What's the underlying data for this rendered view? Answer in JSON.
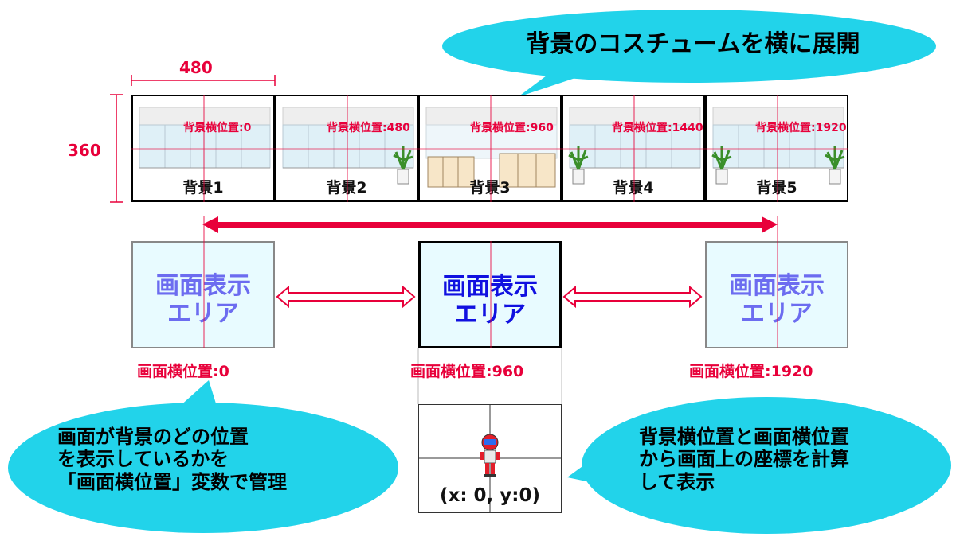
{
  "title_bubble": {
    "text": "背景のコスチュームを横に展開"
  },
  "dimensions": {
    "width_label": "480",
    "height_label": "360"
  },
  "backgrounds": [
    {
      "label": "背景1",
      "position_label": "背景横位置:0"
    },
    {
      "label": "背景2",
      "position_label": "背景横位置:480"
    },
    {
      "label": "背景3",
      "position_label": "背景横位置:960"
    },
    {
      "label": "背景4",
      "position_label": "背景横位置:1440"
    },
    {
      "label": "背景5",
      "position_label": "背景横位置:1920"
    }
  ],
  "screens": [
    {
      "line1": "画面表示",
      "line2": "エリア",
      "position_label": "画面横位置:0"
    },
    {
      "line1": "画面表示",
      "line2": "エリア",
      "position_label": "画面横位置:960"
    },
    {
      "line1": "画面表示",
      "line2": "エリア",
      "position_label": "画面横位置:1920"
    }
  ],
  "left_bubble": {
    "line1": "画面が背景のどの位置",
    "line2": "を表示しているかを",
    "line3": "「画面横位置」変数で管理"
  },
  "right_bubble": {
    "line1": "背景横位置と画面横位置",
    "line2": "から画面上の座標を計算",
    "line3": "して表示"
  },
  "stage": {
    "coordinate": "(x: 0, y:0)"
  },
  "colors": {
    "accent_red": "#e8003a",
    "bubble_cyan": "#22d3ea",
    "screen_fill": "#e8fbff",
    "screen_text_light": "#6c6cf0",
    "screen_text_active": "#1010e0"
  }
}
